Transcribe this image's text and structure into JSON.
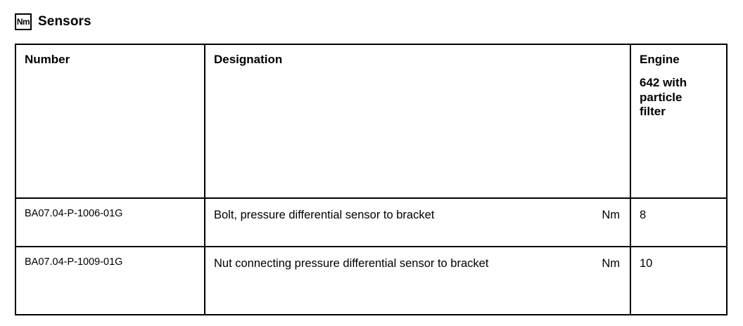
{
  "section": {
    "icon_name": "nm-torque-icon",
    "icon_label": "Nm",
    "title": "Sensors"
  },
  "table": {
    "columns": [
      {
        "key": "number",
        "header": "Number"
      },
      {
        "key": "designation",
        "header": "Designation"
      },
      {
        "key": "value",
        "header_line1": "Engine",
        "header_line2": "642 with particle filter"
      }
    ],
    "rows": [
      {
        "number": "BA07.04-P-1006-01G",
        "designation": "Bolt, pressure differential sensor to bracket",
        "unit": "Nm",
        "value": "8"
      },
      {
        "number": "BA07.04-P-1009-01G",
        "designation": "Nut connecting pressure differential sensor to bracket",
        "unit": "Nm",
        "value": "10"
      }
    ]
  },
  "colors": {
    "background": "#ffffff",
    "foreground": "#000000",
    "border": "#000000"
  }
}
